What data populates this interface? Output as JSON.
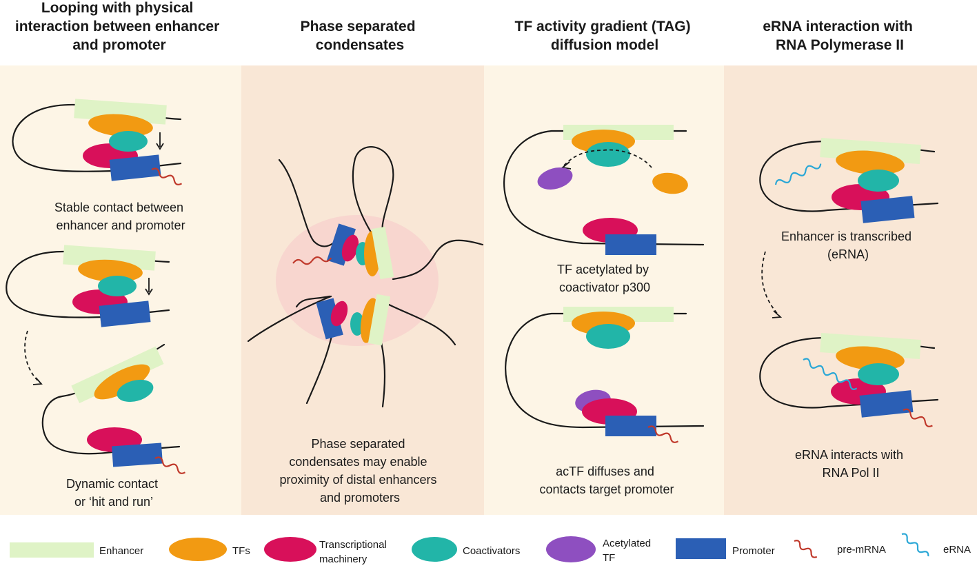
{
  "panels": [
    {
      "title": [
        "Looping with physical",
        "interaction between enhancer",
        "and promoter"
      ],
      "captions": [
        [
          "Stable contact between",
          "enhancer and promoter"
        ],
        [
          "Dynamic contact",
          "or ‘hit and run’"
        ]
      ]
    },
    {
      "title": [
        "Phase separated",
        "condensates"
      ],
      "captions": [
        [
          "Phase separated",
          "condensates may enable",
          "proximity of distal enhancers",
          "and promoters"
        ]
      ]
    },
    {
      "title": [
        "TF activity gradient (TAG)",
        "diffusion model"
      ],
      "captions": [
        [
          "TF acetylated by",
          "coactivator p300"
        ],
        [
          "acTF diffuses and",
          "contacts target promoter"
        ]
      ]
    },
    {
      "title": [
        "eRNA interaction with",
        "RNA Polymerase II"
      ],
      "captions": [
        [
          "Enhancer is transcribed",
          "(eRNA)"
        ],
        [
          "eRNA interacts with",
          "RNA Pol II"
        ]
      ]
    }
  ],
  "legend": [
    {
      "key": "enhancer",
      "label": [
        "Enhancer"
      ],
      "color": "#dff3c6"
    },
    {
      "key": "tfs",
      "label": [
        "TFs"
      ],
      "color": "#f29a12"
    },
    {
      "key": "transcriptional-machinery",
      "label": [
        "Transcriptional",
        "machinery"
      ],
      "color": "#d8105a"
    },
    {
      "key": "coactivators",
      "label": [
        "Coactivators"
      ],
      "color": "#22b5a8"
    },
    {
      "key": "acetylated-tf",
      "label": [
        "Acetylated",
        "TF"
      ],
      "color": "#8e4fc0"
    },
    {
      "key": "promoter",
      "label": [
        "Promoter"
      ],
      "color": "#2b5fb5"
    },
    {
      "key": "pre-mrna",
      "label": [
        "pre-mRNA"
      ],
      "color": "#c0392b"
    },
    {
      "key": "erna",
      "label": [
        "eRNA"
      ],
      "color": "#2aa7d6"
    }
  ]
}
